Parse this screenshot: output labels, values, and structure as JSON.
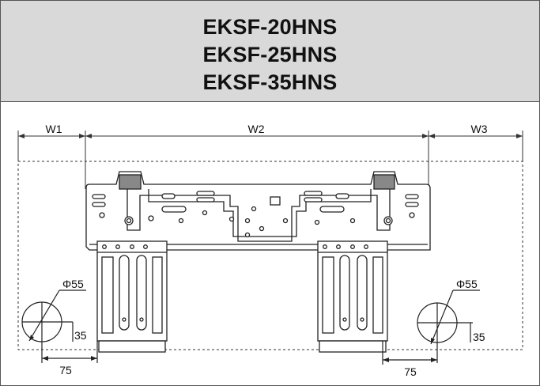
{
  "header": {
    "models": [
      "EKSF-20HNS",
      "EKSF-25HNS",
      "EKSF-35HNS"
    ]
  },
  "diagram": {
    "dim_w1": "W1",
    "dim_w2": "W2",
    "dim_w3": "W3",
    "hole_left_diameter": "Φ55",
    "hole_left_offset_y": "35",
    "hole_left_offset_x": "75",
    "hole_right_diameter": "Φ55",
    "hole_right_offset_y": "35",
    "hole_right_offset_x": "75"
  },
  "colors": {
    "header_bg": "#d9d9d9",
    "line": "#222222"
  }
}
